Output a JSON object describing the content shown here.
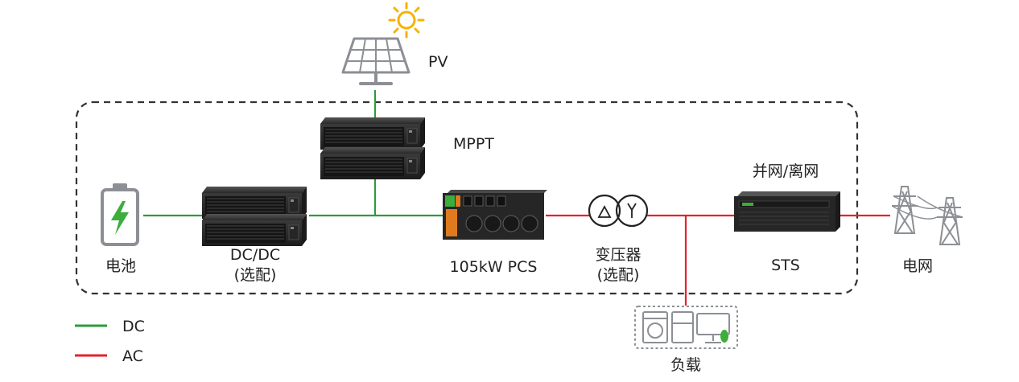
{
  "labels": {
    "pv": "PV",
    "mppt": "MPPT",
    "battery": "电池",
    "dcdc": "DC/DC",
    "dcdc_note": "(选配)",
    "pcs": "105kW PCS",
    "transformer": "变压器",
    "transformer_note": "(选配)",
    "sts_mode": "并网/离网",
    "sts": "STS",
    "grid": "电网",
    "load": "负载"
  },
  "legend": [
    {
      "label": "DC",
      "color": "#2e9a3e"
    },
    {
      "label": "AC",
      "color": "#e3232b"
    }
  ],
  "colors": {
    "dc_line": "#2e9a3e",
    "ac_line": "#e3232b",
    "device_body": "#2b2b2b",
    "boundary": "#333333",
    "sun": "#f5b301",
    "battery_bolt": "#3cae3c",
    "panel": "#8c8f94"
  },
  "icons": {
    "pv": "solar-panel-icon",
    "sun": "sun-icon",
    "battery": "battery-charging-icon",
    "grid": "transmission-tower-icon",
    "load": "household-appliances-icon",
    "transformer": "transformer-delta-wye-icon"
  }
}
